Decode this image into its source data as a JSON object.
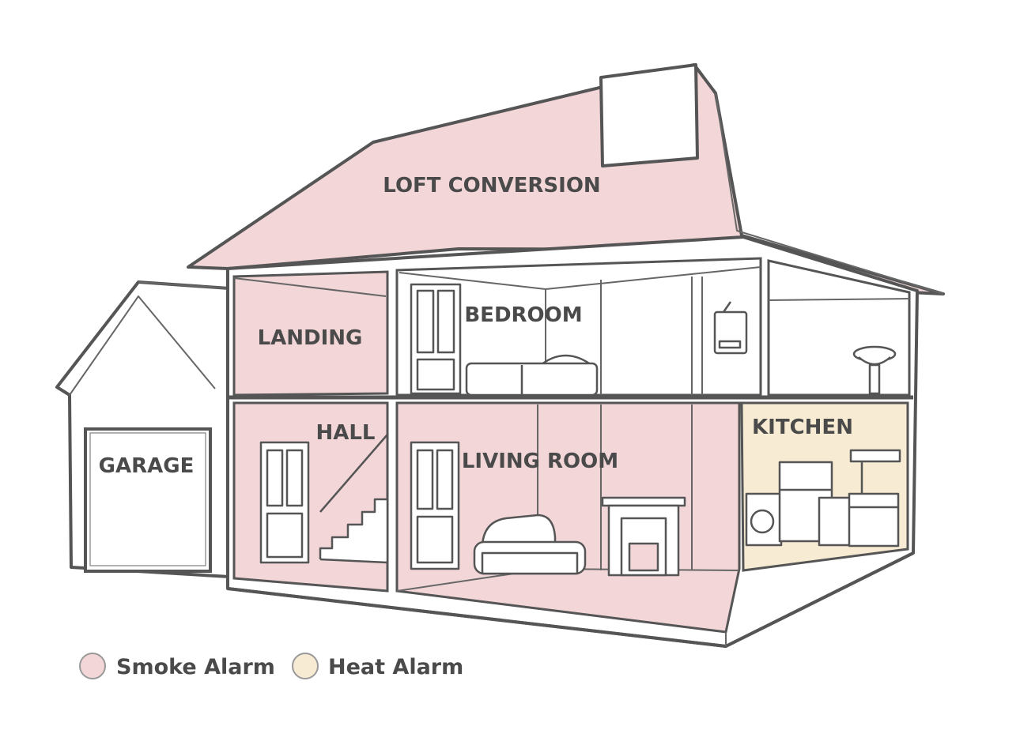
{
  "rooms": {
    "loft": "LOFT CONVERSION",
    "landing": "LANDING",
    "bedroom": "BEDROOM",
    "hall": "HALL",
    "living_room": "LIVING ROOM",
    "kitchen": "KITCHEN",
    "garage": "GARAGE"
  },
  "legend": {
    "smoke": {
      "label": "Smoke Alarm",
      "color": "#f2d6d8"
    },
    "heat": {
      "label": "Heat Alarm",
      "color": "#f7ecd3"
    }
  },
  "colors": {
    "smoke_fill": "#f2d6d8",
    "heat_fill": "#f7ecd3",
    "outline": "#555555"
  }
}
